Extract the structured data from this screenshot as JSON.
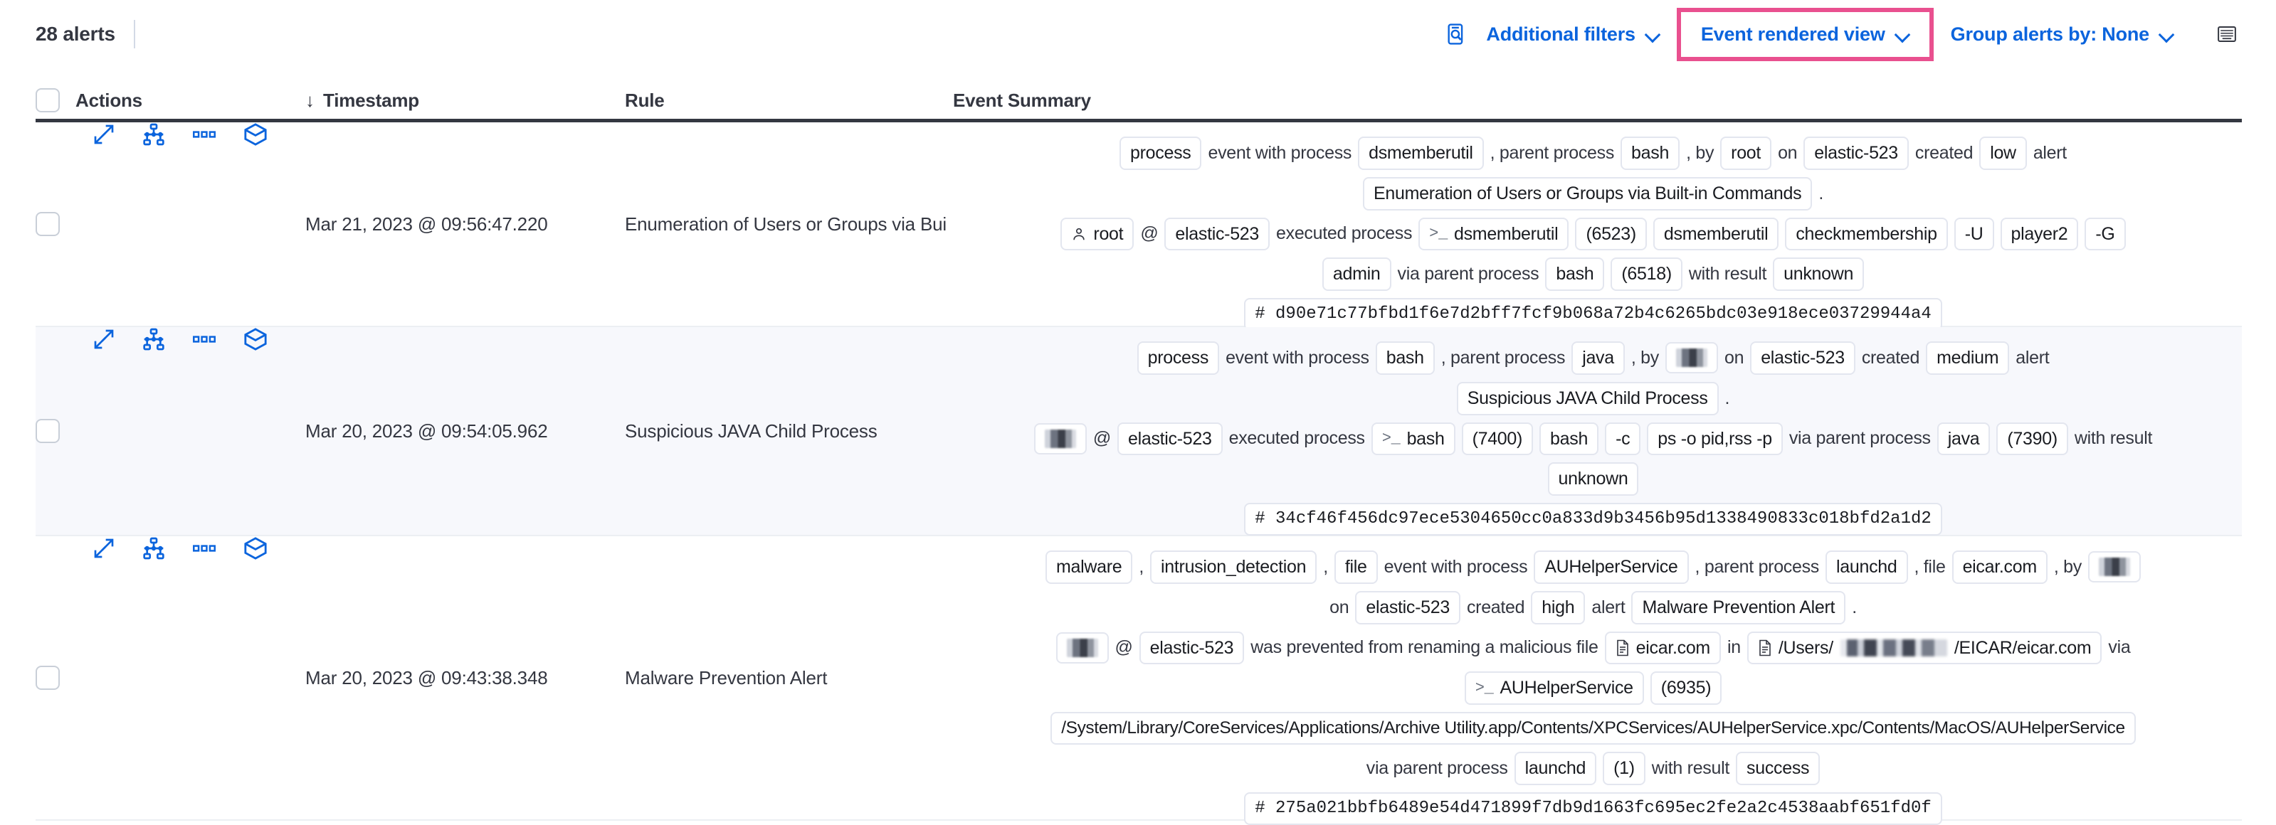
{
  "toolbar": {
    "alert_count": "28 alerts",
    "inspect_icon": "inspect-search-icon",
    "additional_filters_label": "Additional filters",
    "event_rendered_view_label": "Event rendered view",
    "group_alerts_label": "Group alerts by: None",
    "keyboard_shortcuts_icon": "keyboard-icon",
    "highlight_color": "#e9508f",
    "link_color": "#0b64dd"
  },
  "table": {
    "columns": {
      "select_all": "",
      "actions": "Actions",
      "timestamp": "Timestamp",
      "timestamp_sort": "↓",
      "rule": "Rule",
      "event_summary": "Event Summary"
    },
    "row_action_icons": [
      "expand-icon",
      "session-view-icon",
      "more-actions-icon",
      "analyzer-cube-icon"
    ]
  },
  "rows": [
    {
      "timestamp": "Mar 21, 2023 @ 09:56:47.220",
      "rule": "Enumeration of Users or Groups via Bui",
      "summary": {
        "line1": {
          "chips_and_text": [
            {
              "t": "chip",
              "v": "process"
            },
            {
              "t": "txt",
              "v": "event with process"
            },
            {
              "t": "chip",
              "v": "dsmemberutil"
            },
            {
              "t": "txt",
              "v": ", parent process"
            },
            {
              "t": "chip",
              "v": "bash"
            },
            {
              "t": "txt",
              "v": ", by"
            },
            {
              "t": "chip",
              "v": "root"
            },
            {
              "t": "txt",
              "v": "on"
            },
            {
              "t": "chip",
              "v": "elastic-523"
            },
            {
              "t": "txt",
              "v": "created"
            },
            {
              "t": "chip",
              "v": "low"
            },
            {
              "t": "txt",
              "v": "alert"
            }
          ]
        },
        "line2": {
          "chips_and_text": [
            {
              "t": "chip",
              "v": "Enumeration of Users or Groups via Built-in Commands"
            },
            {
              "t": "txt",
              "v": "."
            }
          ]
        },
        "line3": {
          "chips_and_text": [
            {
              "t": "chip",
              "v": "root",
              "icon": "user-icon"
            },
            {
              "t": "txt",
              "v": "@"
            },
            {
              "t": "chip",
              "v": "elastic-523"
            },
            {
              "t": "txt",
              "v": "executed process"
            },
            {
              "t": "chip",
              "v": "dsmemberutil",
              "icon": "console-icon"
            },
            {
              "t": "chip",
              "v": "(6523)"
            },
            {
              "t": "chip",
              "v": "dsmemberutil"
            },
            {
              "t": "chip",
              "v": "checkmembership"
            },
            {
              "t": "chip",
              "v": "-U"
            },
            {
              "t": "chip",
              "v": "player2"
            },
            {
              "t": "chip",
              "v": "-G"
            }
          ]
        },
        "line4": {
          "chips_and_text": [
            {
              "t": "chip",
              "v": "admin"
            },
            {
              "t": "txt",
              "v": "via parent process"
            },
            {
              "t": "chip",
              "v": "bash"
            },
            {
              "t": "chip",
              "v": "(6518)"
            },
            {
              "t": "txt",
              "v": "with result"
            },
            {
              "t": "chip",
              "v": "unknown"
            }
          ]
        },
        "line5": {
          "chips_and_text": [
            {
              "t": "chip",
              "v": "#  d90e71c77bfbd1f6e7d2bff7fcf9b068a72b4c6265bdc03e918ece03729944a4",
              "cls": "hash"
            }
          ]
        }
      }
    },
    {
      "timestamp": "Mar 20, 2023 @ 09:54:05.962",
      "rule": "Suspicious JAVA Child Process",
      "summary": {
        "line1": {
          "chips_and_text": [
            {
              "t": "chip",
              "v": "process"
            },
            {
              "t": "txt",
              "v": "event with process"
            },
            {
              "t": "chip",
              "v": "bash"
            },
            {
              "t": "txt",
              "v": ", parent process"
            },
            {
              "t": "chip",
              "v": "java"
            },
            {
              "t": "txt",
              "v": ", by"
            },
            {
              "t": "chip",
              "v": "",
              "redacted": true
            },
            {
              "t": "txt",
              "v": "on"
            },
            {
              "t": "chip",
              "v": "elastic-523"
            },
            {
              "t": "txt",
              "v": "created"
            },
            {
              "t": "chip",
              "v": "medium"
            },
            {
              "t": "txt",
              "v": "alert"
            }
          ]
        },
        "line2": {
          "chips_and_text": [
            {
              "t": "chip",
              "v": "Suspicious JAVA Child Process"
            },
            {
              "t": "txt",
              "v": "."
            }
          ]
        },
        "line3": {
          "chips_and_text": [
            {
              "t": "chip",
              "v": "",
              "redacted": true
            },
            {
              "t": "txt",
              "v": "@"
            },
            {
              "t": "chip",
              "v": "elastic-523"
            },
            {
              "t": "txt",
              "v": "executed process"
            },
            {
              "t": "chip",
              "v": "bash",
              "icon": "console-icon"
            },
            {
              "t": "chip",
              "v": "(7400)"
            },
            {
              "t": "chip",
              "v": "bash"
            },
            {
              "t": "chip",
              "v": "-c"
            },
            {
              "t": "chip",
              "v": "ps -o pid,rss -p"
            },
            {
              "t": "txt",
              "v": "via parent process"
            },
            {
              "t": "chip",
              "v": "java"
            },
            {
              "t": "chip",
              "v": "(7390)"
            },
            {
              "t": "txt",
              "v": "with result"
            }
          ]
        },
        "line4": {
          "chips_and_text": [
            {
              "t": "chip",
              "v": "unknown"
            }
          ]
        },
        "line5": {
          "chips_and_text": [
            {
              "t": "chip",
              "v": "#  34cf46f456dc97ece5304650cc0a833d9b3456b95d1338490833c018bfd2a1d2",
              "cls": "hash"
            }
          ]
        }
      }
    },
    {
      "timestamp": "Mar 20, 2023 @ 09:43:38.348",
      "rule": "Malware Prevention Alert",
      "summary": {
        "line1": {
          "chips_and_text": [
            {
              "t": "chip",
              "v": "malware"
            },
            {
              "t": "txt",
              "v": ","
            },
            {
              "t": "chip",
              "v": "intrusion_detection"
            },
            {
              "t": "txt",
              "v": ","
            },
            {
              "t": "chip",
              "v": "file"
            },
            {
              "t": "txt",
              "v": "event with process"
            },
            {
              "t": "chip",
              "v": "AUHelperService"
            },
            {
              "t": "txt",
              "v": ", parent process"
            },
            {
              "t": "chip",
              "v": "launchd"
            },
            {
              "t": "txt",
              "v": ", file"
            },
            {
              "t": "chip",
              "v": "eicar.com"
            },
            {
              "t": "txt",
              "v": ", by"
            },
            {
              "t": "chip",
              "v": "",
              "redacted": true
            }
          ]
        },
        "line2": {
          "chips_and_text": [
            {
              "t": "txt",
              "v": "on"
            },
            {
              "t": "chip",
              "v": "elastic-523"
            },
            {
              "t": "txt",
              "v": "created"
            },
            {
              "t": "chip",
              "v": "high"
            },
            {
              "t": "txt",
              "v": "alert"
            },
            {
              "t": "chip",
              "v": "Malware Prevention Alert"
            },
            {
              "t": "txt",
              "v": "."
            }
          ]
        },
        "line3": {
          "chips_and_text": [
            {
              "t": "chip",
              "v": "",
              "redacted": true
            },
            {
              "t": "txt",
              "v": "@"
            },
            {
              "t": "chip",
              "v": "elastic-523"
            },
            {
              "t": "txt",
              "v": "was prevented from renaming a malicious file"
            },
            {
              "t": "chip",
              "v": "eicar.com",
              "icon": "file-icon"
            },
            {
              "t": "txt",
              "v": "in"
            },
            {
              "t": "chip",
              "v": "/Users/",
              "suffix": "/EICAR/eicar.com",
              "icon": "file-icon",
              "redacted_inline": true
            },
            {
              "t": "txt",
              "v": "via"
            }
          ]
        },
        "line4": {
          "chips_and_text": [
            {
              "t": "chip",
              "v": "AUHelperService",
              "icon": "console-icon"
            },
            {
              "t": "chip",
              "v": "(6935)"
            }
          ]
        },
        "line5": {
          "chips_and_text": [
            {
              "t": "chip",
              "v": "/System/Library/CoreServices/Applications/Archive Utility.app/Contents/XPCServices/AUHelperService.xpc/Contents/MacOS/AUHelperService",
              "cls": "path"
            }
          ]
        },
        "line6": {
          "chips_and_text": [
            {
              "t": "txt",
              "v": "via parent process"
            },
            {
              "t": "chip",
              "v": "launchd"
            },
            {
              "t": "chip",
              "v": "(1)"
            },
            {
              "t": "txt",
              "v": "with result"
            },
            {
              "t": "chip",
              "v": "success"
            }
          ]
        },
        "line7": {
          "chips_and_text": [
            {
              "t": "chip",
              "v": "#  275a021bbfb6489e54d471899f7db9d1663fc695ec2fe2a2c4538aabf651fd0f",
              "cls": "hash"
            }
          ]
        }
      }
    }
  ]
}
